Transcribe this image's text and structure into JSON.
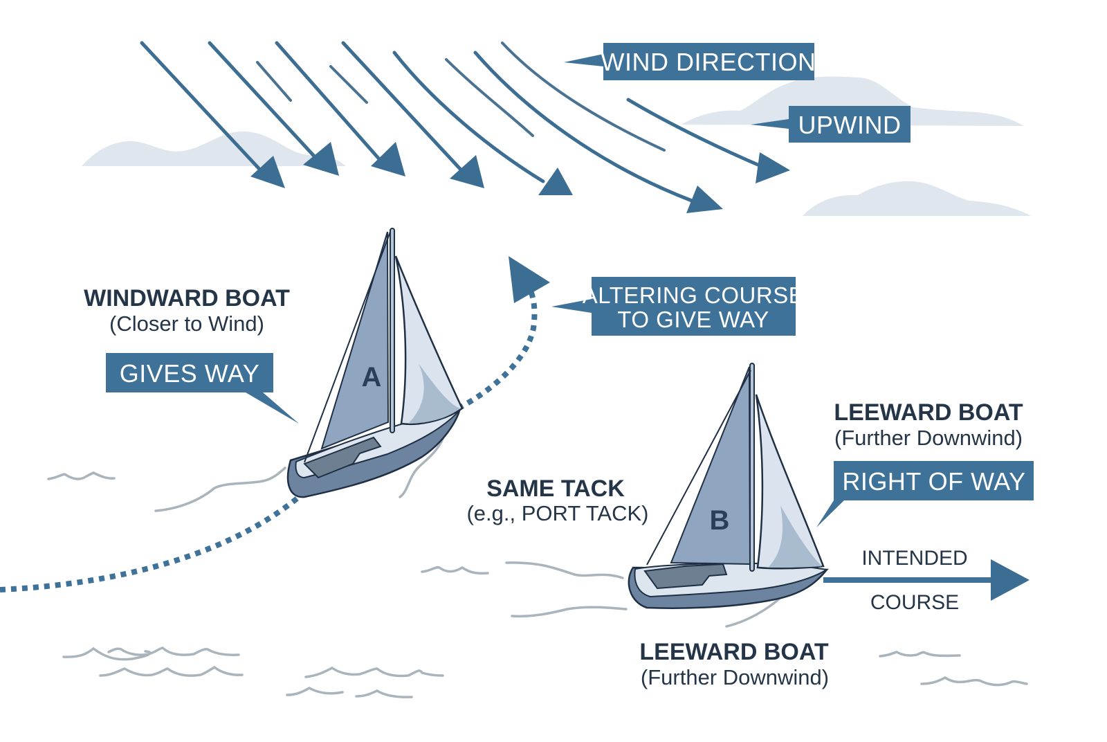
{
  "title": "Sailing right-of-way: windward vs. leeward boat on the same tack",
  "colors": {
    "accent": "#3f7299",
    "heading_text": "#253548",
    "callout_text": "#ffffff",
    "cloud": "#dfe6ee",
    "wave": "#aab4bc",
    "sail_main": "#8fa5c0",
    "sail_jib": "#dbe4ee",
    "hull": "#6d84a0"
  },
  "callouts": {
    "wind_direction": "WIND DIRECTION",
    "upwind": "UPWIND",
    "gives_way": "GIVES WAY",
    "altering_course_line1": "ALTERING COURSE",
    "altering_course_line2": "TO GIVE WAY",
    "right_of_way": "RIGHT OF WAY"
  },
  "windward_boat": {
    "heading": "WINDWARD BOAT",
    "subheading": "(Closer to Wind)",
    "sail_letter": "A"
  },
  "leeward_boat_top": {
    "heading": "LEEWARD BOAT",
    "subheading": "(Further Downwind)"
  },
  "leeward_boat_bottom": {
    "heading": "LEEWARD BOAT",
    "subheading": "(Further Downwind)",
    "sail_letter": "B"
  },
  "same_tack": {
    "heading": "SAME TACK",
    "subheading": "(e.g., PORT TACK)"
  },
  "intended_course": {
    "line1": "INTENDED",
    "line2": "COURSE"
  },
  "icons": {
    "wind_arrows": "arrow-down-right",
    "course_arrow": "arrow-right",
    "alter_course_arrow": "arrow-up-right-dotted"
  }
}
